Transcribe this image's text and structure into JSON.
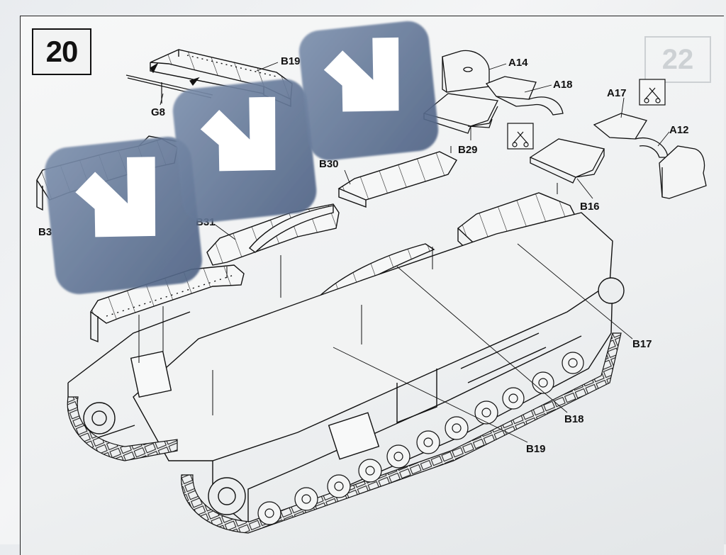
{
  "step": {
    "number": "20",
    "ghost_number": "22"
  },
  "labels": {
    "B19_top": "B19",
    "G8": "G8",
    "B3x": "B3",
    "B31": "B31",
    "B30": "B30",
    "A14": "A14",
    "A18": "A18",
    "B29": "B29",
    "A17": "A17",
    "A12": "A12",
    "B16": "B16",
    "B17": "B17",
    "B18": "B18",
    "B19_bottom": "B19"
  },
  "icons": {
    "arrow_badges": [
      "down-arrow-icon",
      "down-arrow-icon",
      "down-arrow-icon"
    ],
    "cut_markers": [
      "side-cutter-icon",
      "side-cutter-icon"
    ],
    "badge_color": "#5f7393",
    "arrow_color": "#ffffff"
  }
}
